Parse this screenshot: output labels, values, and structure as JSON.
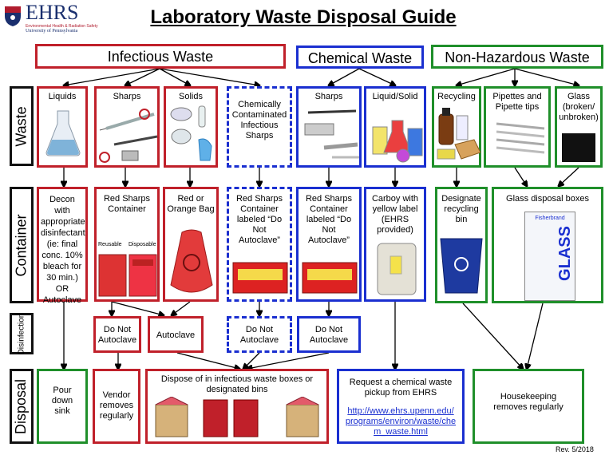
{
  "logo": {
    "name": "EHRS",
    "sub1": "Environmental Health & Radiation Safety",
    "sub2": "University of Pennsylvania"
  },
  "title": "Laboratory Waste Disposal Guide",
  "categories": {
    "infectious": "Infectious Waste",
    "chemical": "Chemical Waste",
    "nonhaz": "Non-Hazardous Waste"
  },
  "rows": {
    "waste": "Waste",
    "container": "Container",
    "disinfection": "Disinfection",
    "disposal": "Disposal"
  },
  "waste": {
    "liquids": "Liquids",
    "sharps_inf": "Sharps",
    "solids": "Solids",
    "chem_contam": "Chemically Contaminated Infectious Sharps",
    "sharps_chem": "Sharps",
    "liquid_solid": "Liquid/Solid",
    "recycling": "Recycling",
    "pipettes": "Pipettes and Pipette tips",
    "glass": "Glass (broken/ unbroken)"
  },
  "container": {
    "decon": "Decon with appropriate disinfectant (ie: final conc. 10% bleach for 30 min.) OR Autoclave",
    "red_sharps": "Red Sharps Container",
    "reusable": "Reusable",
    "disposable": "Disposable",
    "red_bag": "Red or Orange Bag",
    "red_sharps_label": "Red Sharps Container labeled “Do Not Autoclave”",
    "red_sharps_label2": "Red Sharps Container labeled “Do Not Autoclave”",
    "carboy": "Carboy with yellow label (EHRS provided)",
    "recycle_bin": "Designate recycling bin",
    "glass_box": "Glass disposal boxes",
    "glass_brand": "Fisherbrand",
    "glass_word": "GLASS"
  },
  "disinfection": {
    "dna1": "Do Not Autoclave",
    "autoclave": "Autoclave",
    "dna2": "Do Not Autoclave",
    "dna3": "Do Not Autoclave"
  },
  "disposal": {
    "pour": "Pour down sink",
    "vendor": "Vendor removes regularly",
    "infectious_box": "Dispose of in infectious waste boxes or designated bins",
    "chem_pickup": "Request a chemical waste pickup from EHRS",
    "chem_link": "http://www.ehrs.upenn.edu/ programs/environ/waste/che m_waste.html",
    "housekeeping": "Housekeeping removes regularly"
  },
  "revision": "Rev. 5/2018",
  "colors": {
    "infectious": "#c0202a",
    "chemical": "#1a2fd0",
    "nonhaz": "#1f8f2a"
  }
}
